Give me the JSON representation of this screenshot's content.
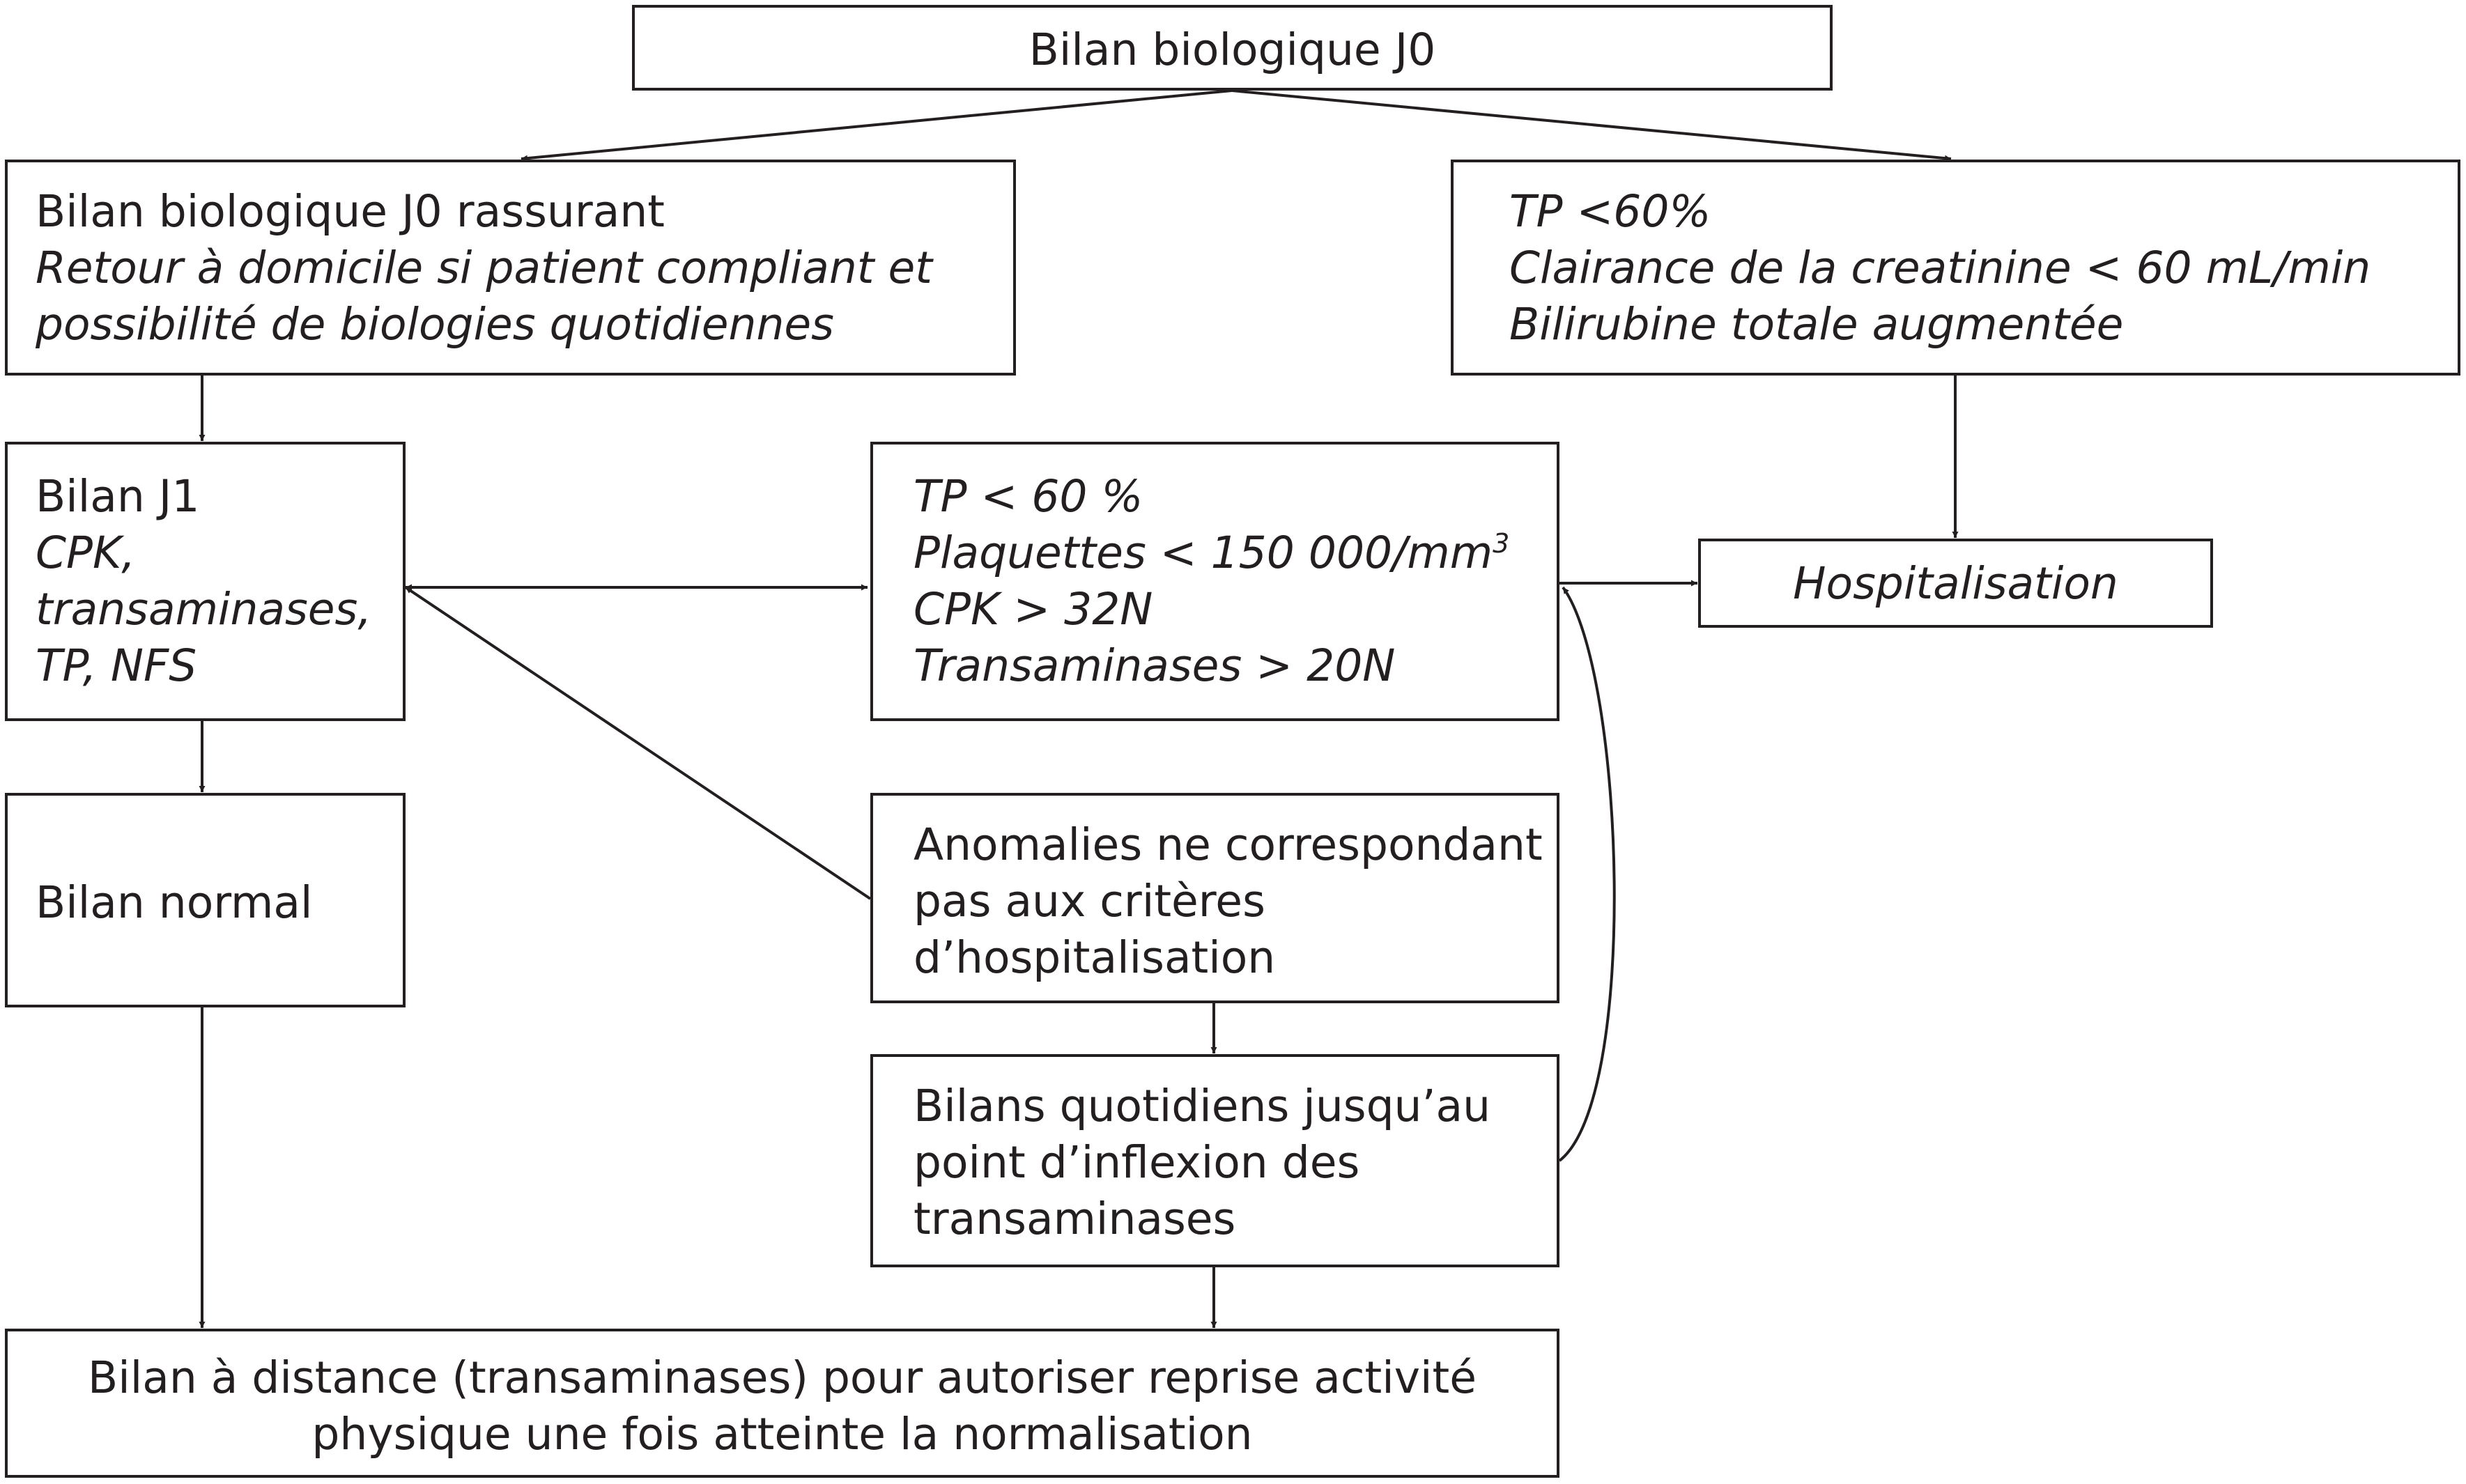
{
  "colors": {
    "stroke": "#231f20",
    "background": "#ffffff"
  },
  "nodes": {
    "j0": {
      "lines": [
        "Bilan biologique J0"
      ]
    },
    "rassurant": {
      "lines": [
        "Bilan biologique J0 rassurant",
        "Retour à domicile si patient compliant et",
        "possibilité de biologies quotidiennes"
      ]
    },
    "criteres_j0": {
      "lines": [
        "TP <60%",
        "Clairance de la creatinine < 60 mL/min",
        "Bilirubine totale augmentée"
      ]
    },
    "j1": {
      "lines": [
        "Bilan J1",
        "CPK,",
        "transaminases,",
        "TP, NFS"
      ]
    },
    "criteres_j1": {
      "lines": [
        "TP < 60 %",
        "Plaquettes < 150 000/mm",
        "CPK > 32N",
        "Transaminases > 20N"
      ],
      "superscript": "3"
    },
    "hospitalisation": {
      "lines": [
        "Hospitalisation"
      ]
    },
    "normal": {
      "lines": [
        "Bilan normal"
      ]
    },
    "anomalies": {
      "lines": [
        "Anomalies ne correspondant",
        "pas aux critères",
        "d’hospitalisation"
      ]
    },
    "quotidiens": {
      "lines": [
        "Bilans quotidiens jusqu’au",
        "point d’inflexion des",
        "transaminases"
      ]
    },
    "distance": {
      "lines": [
        "Bilan à distance (transaminases) pour autoriser reprise activité",
        "physique une fois atteinte la normalisation"
      ]
    }
  },
  "edges": [
    {
      "from": "j0",
      "to": "rassurant"
    },
    {
      "from": "j0",
      "to": "criteres_j0"
    },
    {
      "from": "rassurant",
      "to": "j1"
    },
    {
      "from": "criteres_j0",
      "to": "hospitalisation"
    },
    {
      "from": "j1",
      "to": "criteres_j1",
      "bidirectional": true
    },
    {
      "from": "criteres_j1",
      "to": "hospitalisation"
    },
    {
      "from": "anomalies",
      "to": "j1"
    },
    {
      "from": "j1",
      "to": "normal"
    },
    {
      "from": "anomalies",
      "to": "quotidiens"
    },
    {
      "from": "quotidiens",
      "to": "criteres_j1",
      "curved": true
    },
    {
      "from": "normal",
      "to": "distance"
    },
    {
      "from": "quotidiens",
      "to": "distance"
    }
  ]
}
